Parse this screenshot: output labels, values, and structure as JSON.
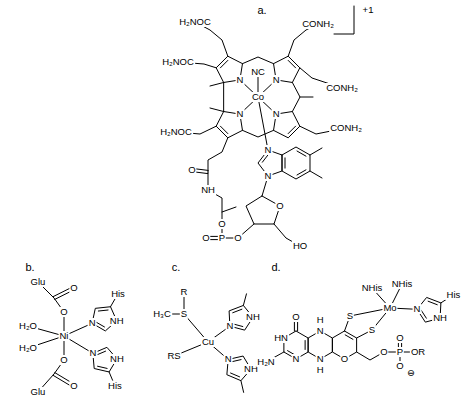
{
  "diagram": {
    "labels": [
      "a.",
      "+1",
      "H₂NOC",
      "NC",
      "CONH₂",
      "H₂NOC",
      "Co",
      "CONH₂",
      "H₂NOC",
      "CONH₂",
      "N",
      "N",
      "N",
      "N",
      "O",
      "NH",
      "O",
      "P",
      "O",
      "O",
      "N",
      "N",
      "O",
      "HO",
      "b.",
      "Glu",
      "O",
      "O",
      "H₂O",
      "H₂O",
      "Ni",
      "N",
      "NH",
      "His",
      "N",
      "NH",
      "His",
      "O",
      "O",
      "Glu",
      "c.",
      "R",
      "S",
      "H₃C",
      "RS",
      "Cu",
      "N",
      "NH",
      "N",
      "NH",
      "d.",
      "O",
      "HN",
      "H₂N",
      "N",
      "H",
      "N",
      "N",
      "H",
      "O",
      "S",
      "S",
      "Mo",
      "NHis",
      "NHis",
      "His",
      "N",
      "NH",
      "O",
      "P",
      "OR",
      "O",
      "O",
      "⊖"
    ]
  }
}
